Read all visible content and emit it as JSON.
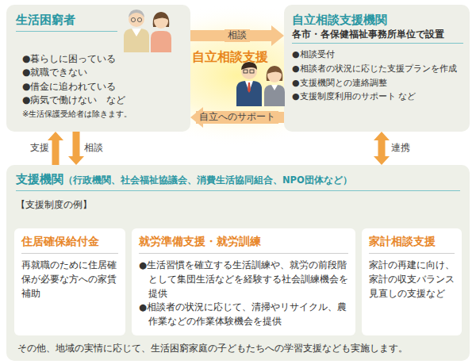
{
  "diagram": {
    "nodes": [
      {
        "text": [
          "生活困窮者",
          "●暮らしに困っている",
          "●就職できない",
          "●借金に追われている",
          "●病気で働けない　など",
          "※生活保護受給者は除きます。"
        ]
      },
      {
        "text": [
          "自立相談支援機関",
          "各市・各保健福祉事務所単位で設置",
          "●相談受付",
          "●相談者の状況に応じた支援プランを作成",
          "●支援機関との連絡調整",
          "●支援制度利用のサポート など"
        ]
      },
      {
        "text": [
          "支援機関",
          "（行政機関、社会福祉協議会、消費生活協同組合、NPO団体など）",
          "【支援制度の例】",
          "その他、地域の実情に応じて、生活困窮家庭の子どもたちへの学習支援なども実施します。"
        ]
      },
      {
        "text": [
          "住居確保給付金",
          "再就職のために住居確保が必要な方への家賃補助"
        ],
        "in": 2
      },
      {
        "text": [
          "就労準備支援・就労訓練",
          "●生活習慣を確立する生活訓練や、就労の前段階として集団生活などを経験する社会訓練機会を提供",
          "●相談者の状況に応じて、清掃やリサイクル、農作業などの作業体験機会を提供"
        ],
        "in": 2
      },
      {
        "text": [
          "家計相談支援",
          "家計の再建に向け、家計の収支バランス見直しの支援など"
        ],
        "in": 2
      }
    ],
    "edges": [
      {
        "from": 0,
        "to": 1,
        "label": "相談",
        "arrow": "to"
      },
      {
        "from": 1,
        "to": 0,
        "label": "自立へのサポート",
        "arrow": "to"
      },
      {
        "from": 2,
        "to": 0,
        "label": "支援",
        "arrow": "to"
      },
      {
        "from": 0,
        "to": 2,
        "label": "相談",
        "arrow": "to"
      },
      {
        "from": 1,
        "to": 2,
        "label": "連携",
        "arrow": "both"
      }
    ],
    "labels": [
      "自立相談支援"
    ]
  }
}
